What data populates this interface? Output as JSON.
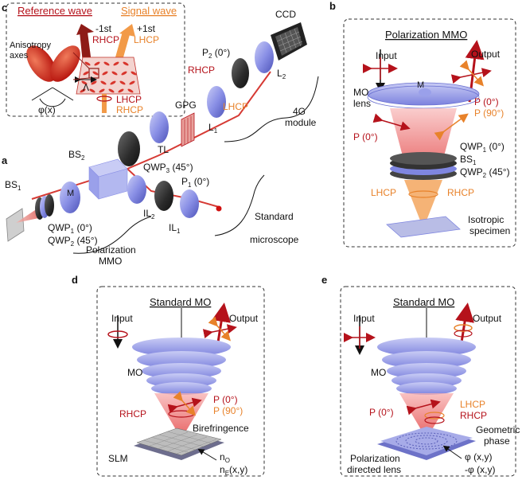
{
  "panel_labels": {
    "a": "a",
    "b": "b",
    "c": "c",
    "d": "d",
    "e": "e"
  },
  "panel_c": {
    "reference_wave": "Reference wave",
    "signal_wave": "Signal wave",
    "minus_order": "-1st",
    "minus_pol": "RHCP",
    "plus_order": "+1st",
    "plus_pol": "LHCP",
    "anisotropy": [
      "Anisotropy",
      "axes"
    ],
    "phi": "φ(x)",
    "lambda": "Λ",
    "gpg": "GPG",
    "lhcp": "LHCP",
    "rhcp": "RHCP"
  },
  "setup": {
    "ccd": "CCD",
    "p2": "P",
    "p2_sub": "2",
    "p2_angle": " (0°)",
    "rhcp": "RHCP",
    "lhcp": "LHCP",
    "l2": "L",
    "l2_sub": "2",
    "l1": "L",
    "l1_sub": "1",
    "tl": "TL",
    "module_4g": [
      "4G",
      "module"
    ],
    "bs2": "BS",
    "bs2_sub": "2",
    "qwp3": "QWP",
    "qwp3_sub": "3",
    "qwp3_angle": " (45°)",
    "p1": "P",
    "p1_sub": "1",
    "p1_angle": " (0°)",
    "il2": "IL",
    "il2_sub": "2",
    "il1": "IL",
    "il1_sub": "1",
    "bs1": "BS",
    "bs1_sub": "1",
    "m": "M",
    "qwp1": "QWP",
    "qwp1_sub": "1",
    "qwp1_angle": " (0°)",
    "qwp2": "QWP",
    "qwp2_sub": "2",
    "qwp2_angle": " (45°)",
    "pol_mmo": [
      "Polarization",
      "MMO"
    ],
    "std_mic": [
      "Standard",
      "microscope"
    ]
  },
  "panel_b": {
    "title": "Polarization MMO",
    "input": "Input",
    "output": "Output",
    "mo_lens": [
      "MO",
      "lens"
    ],
    "m": "M",
    "p0_right": "P (0°)",
    "p90_right": "P (90°)",
    "p0_left": "P (0°)",
    "qwp1": "QWP",
    "qwp1_sub": "1",
    "qwp1_angle": " (0°)",
    "bs1": "BS",
    "bs1_sub": "1",
    "qwp2": "QWP",
    "qwp2_sub": "2",
    "qwp2_angle": " (45°)",
    "lhcp": "LHCP",
    "rhcp": "RHCP",
    "specimen": [
      "Isotropic",
      "specimen"
    ]
  },
  "panel_d": {
    "title": "Standard MO",
    "input": "Input",
    "output": "Output",
    "mo": "MO",
    "rhcp": "RHCP",
    "p0": "P (0°)",
    "p90": "P (90°)",
    "birefringence": "Birefringence",
    "slm": "SLM",
    "no": "n",
    "no_sub": "O",
    "ne": "n",
    "ne_sub": "E",
    "ne_xy": "(x,y)"
  },
  "panel_e": {
    "title": "Standard MO",
    "input": "Input",
    "output": "Output",
    "mo": "MO",
    "p0": "P (0°)",
    "lhcp": "LHCP",
    "rhcp": "RHCP",
    "geometric": [
      "Geometric",
      "phase"
    ],
    "phi_pos": "φ (x,y)",
    "phi_neg": "-φ (x,y)",
    "pdl": [
      "Polarization",
      "directed lens"
    ]
  },
  "colors": {
    "red": "#b5121b",
    "orange": "#e8822a",
    "lens_blue": "#7f86e0",
    "dark": "#222222"
  }
}
